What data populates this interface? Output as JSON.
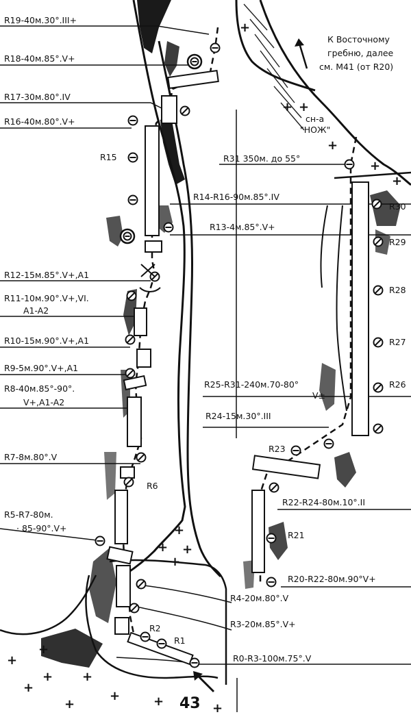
{
  "legend_note": {
    "line1": "К Восточному",
    "line2": "гребню, далее",
    "line3": "см. М41 (от R20)"
  },
  "feature_name": {
    "line1": "сн-а",
    "line2": "\"НОЖ\""
  },
  "route_number": "43",
  "labels_left": [
    {
      "id": "r19",
      "text": "R19-40м.30°.III+"
    },
    {
      "id": "r18",
      "text": "R18-40м.85°.V+"
    },
    {
      "id": "r17",
      "text": "R17-30м.80°.IV"
    },
    {
      "id": "r16",
      "text": "R16-40м.80°.V+"
    },
    {
      "id": "r15",
      "text": "R15"
    },
    {
      "id": "r12",
      "text": "R12-15м.85°.V+,A1"
    },
    {
      "id": "r11a",
      "text": "R11-10м.90°.V+,VI."
    },
    {
      "id": "r11b",
      "text": "A1-A2"
    },
    {
      "id": "r10",
      "text": "R10-15м.90°.V+,A1"
    },
    {
      "id": "r9",
      "text": "R9-5м.90°.V+,A1"
    },
    {
      "id": "r8a",
      "text": "R8-40м.85°-90°."
    },
    {
      "id": "r8b",
      "text": "V+,A1-A2"
    },
    {
      "id": "r7",
      "text": "R7-8м.80°.V"
    },
    {
      "id": "r6",
      "text": "R6"
    },
    {
      "id": "r5a",
      "text": "R5-R7-80м."
    },
    {
      "id": "r5b",
      "text": "· 85-90°.V+"
    }
  ],
  "labels_center": [
    {
      "id": "r14",
      "text": "R14-R16-90м.85°.IV"
    },
    {
      "id": "r13",
      "text": "R13-4м.85°.V+"
    },
    {
      "id": "r31",
      "text": "R31 350м. до 55°"
    },
    {
      "id": "r25a",
      "text": "R25-R31-240м.70-80°"
    },
    {
      "id": "r25b",
      "text": "V±"
    },
    {
      "id": "r24",
      "text": "R24-15м.30°.III"
    },
    {
      "id": "r23",
      "text": "R23"
    },
    {
      "id": "r22",
      "text": "R22-R24-80м.10°.II"
    },
    {
      "id": "r21",
      "text": "R21"
    },
    {
      "id": "r20",
      "text": "R20-R22-80м.90°V+"
    },
    {
      "id": "r4",
      "text": "R4-20м.80°.V"
    },
    {
      "id": "r3",
      "text": "R3-20м.85°.V+"
    },
    {
      "id": "r2",
      "text": "R2"
    },
    {
      "id": "r1",
      "text": "R1"
    },
    {
      "id": "r0",
      "text": "R0-R3-100м.75°.V"
    }
  ],
  "labels_right": [
    {
      "id": "r30",
      "text": "R30"
    },
    {
      "id": "r29",
      "text": "R29"
    },
    {
      "id": "r28",
      "text": "R28"
    },
    {
      "id": "r27",
      "text": "R27"
    },
    {
      "id": "r26",
      "text": "R26"
    }
  ]
}
